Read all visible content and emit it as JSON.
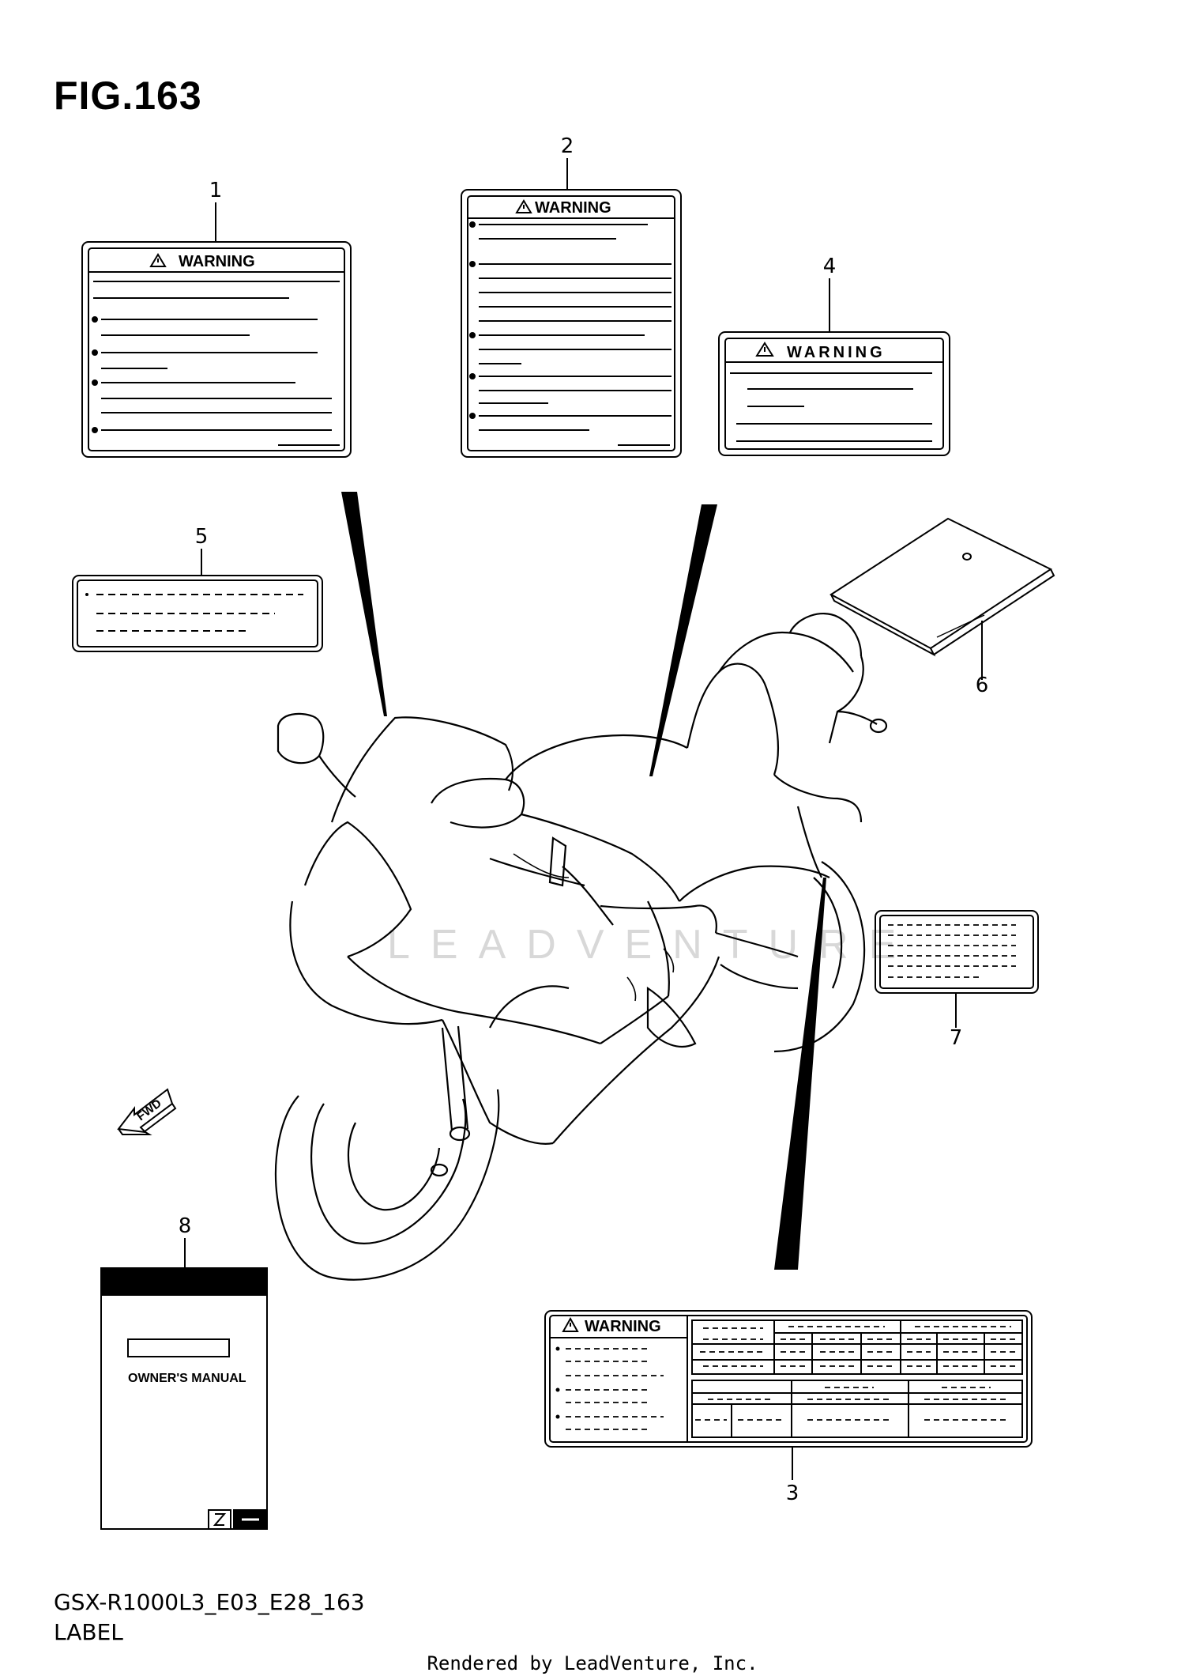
{
  "figure": {
    "title": "FIG.163",
    "model_code": "GSX-R1000L3_E03_E28_163",
    "section_name": "LABEL",
    "rendered_by": "Rendered by LeadVenture, Inc.",
    "watermark": "LEADVENTURE"
  },
  "callouts": [
    "1",
    "2",
    "3",
    "4",
    "5",
    "6",
    "7",
    "8"
  ],
  "labels": {
    "warning_text": "WARNING",
    "manual_text": "OWNER'S MANUAL",
    "fwd_text": "FWD"
  },
  "icons": [
    "warning-triangle-icon",
    "fwd-arrow-icon",
    "suzuki-logo-icon"
  ]
}
